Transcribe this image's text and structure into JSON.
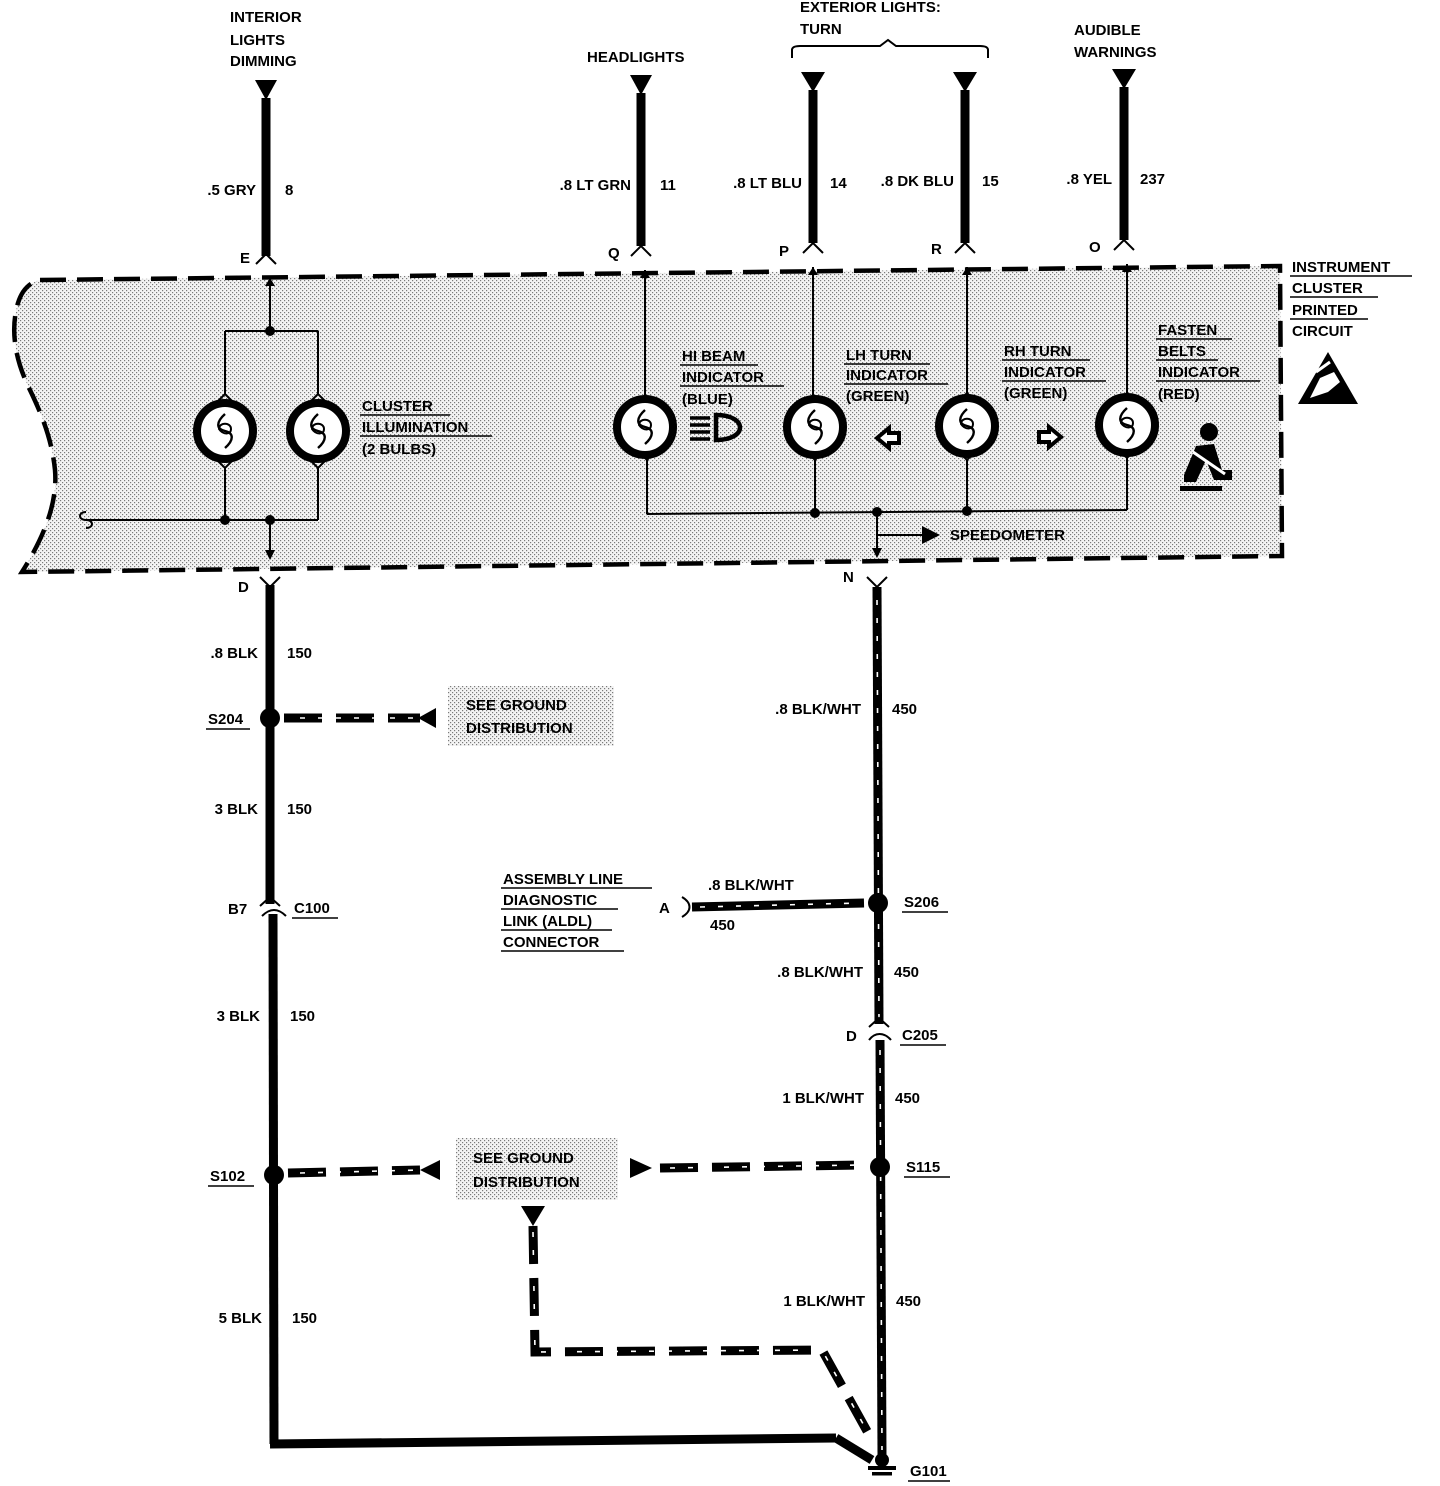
{
  "top_circuits": [
    {
      "id": "interior",
      "title_lines": [
        "INTERIOR",
        "LIGHTS",
        "DIMMING"
      ],
      "wire": ".5 GRY",
      "circuit": "8",
      "pin": "E"
    },
    {
      "id": "headlights",
      "title_lines": [
        "HEADLIGHTS"
      ],
      "wire": ".8 LT GRN",
      "circuit": "11",
      "pin": "Q"
    },
    {
      "id": "lh-turn",
      "title_lines": [],
      "wire": ".8 LT BLU",
      "circuit": "14",
      "pin": "P"
    },
    {
      "id": "rh-turn",
      "title_lines": [],
      "wire": ".8 DK BLU",
      "circuit": "15",
      "pin": "R"
    },
    {
      "id": "audible",
      "title_lines": [
        "AUDIBLE",
        "WARNINGS"
      ],
      "wire": ".8 YEL",
      "circuit": "237",
      "pin": "O"
    }
  ],
  "exterior_group_lines": [
    "EXTERIOR LIGHTS:",
    "TURN"
  ],
  "cluster_label_lines": [
    "INSTRUMENT",
    "CLUSTER",
    "PRINTED",
    "CIRCUIT"
  ],
  "indicators": {
    "cluster_illumination": [
      "CLUSTER",
      "ILLUMINATION",
      "(2 BULBS)"
    ],
    "hi_beam": [
      "HI BEAM",
      "INDICATOR",
      "(BLUE)"
    ],
    "lh_turn": [
      "LH TURN",
      "INDICATOR",
      "(GREEN)"
    ],
    "rh_turn": [
      "RH TURN",
      "INDICATOR",
      "(GREEN)"
    ],
    "fasten_belts": [
      "FASTEN",
      "BELTS",
      "INDICATOR",
      "(RED)"
    ]
  },
  "speedometer": "SPEEDOMETER",
  "bottom_pins": {
    "left": "D",
    "right": "N"
  },
  "left_wires": [
    {
      "wire": ".8 BLK",
      "circuit": "150"
    },
    {
      "wire": "3 BLK",
      "circuit": "150"
    },
    {
      "wire": "3 BLK",
      "circuit": "150"
    },
    {
      "wire": "5 BLK",
      "circuit": "150"
    }
  ],
  "right_wires": [
    {
      "wire": ".8 BLK/WHT",
      "circuit": "450"
    },
    {
      "wire": ".8 BLK/WHT",
      "circuit": "450"
    },
    {
      "wire": "1 BLK/WHT",
      "circuit": "450"
    },
    {
      "wire": "1 BLK/WHT",
      "circuit": "450"
    }
  ],
  "splices": {
    "s204": "S204",
    "s102": "S102",
    "s206": "S206",
    "s115": "S115"
  },
  "connectors": {
    "c100": "C100",
    "c100_pin": "B7",
    "c205": "C205",
    "c205_pin": "D"
  },
  "ground": "G101",
  "see_ground_lines": [
    "SEE GROUND",
    "DISTRIBUTION"
  ],
  "aldl": {
    "label_lines": [
      "ASSEMBLY LINE",
      "DIAGNOSTIC",
      "LINK (ALDL)",
      "CONNECTOR"
    ],
    "pin": "A",
    "wire": ".8 BLK/WHT",
    "circuit": "450"
  }
}
